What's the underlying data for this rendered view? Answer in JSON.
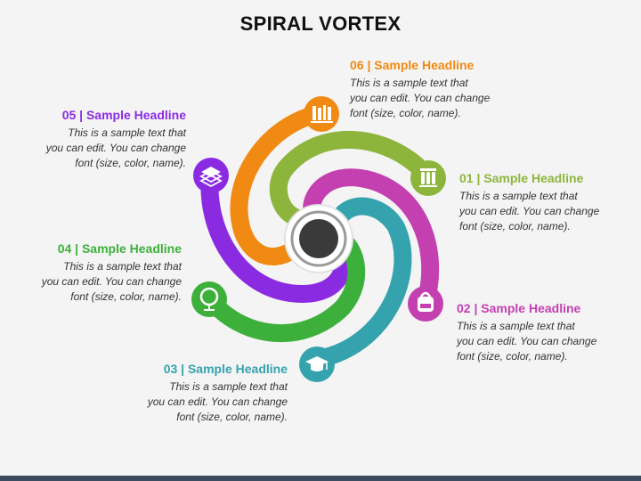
{
  "title": "SPIRAL VORTEX",
  "items": [
    {
      "id": "01",
      "headline": "01 | Sample Headline",
      "lines": [
        "This is a sample text that",
        "you can edit. You can change",
        "font (size, color, name)."
      ],
      "color": "#8db53c",
      "icon": "test-tubes-icon"
    },
    {
      "id": "02",
      "headline": "02 | Sample Headline",
      "lines": [
        "This is a sample text that",
        "you can edit. You can change",
        "font (size, color, name)."
      ],
      "color": "#c440b0",
      "icon": "backpack-icon"
    },
    {
      "id": "03",
      "headline": "03 | Sample Headline",
      "lines": [
        "This is a sample text that",
        "you can edit. You can change",
        "font (size, color, name)."
      ],
      "color": "#35a3ad",
      "icon": "graduation-cap-icon"
    },
    {
      "id": "04",
      "headline": "04 | Sample Headline",
      "lines": [
        "This is a sample text that",
        "you can edit. You can change",
        "font (size, color, name)."
      ],
      "color": "#3db03b",
      "icon": "globe-icon"
    },
    {
      "id": "05",
      "headline": "05 | Sample Headline",
      "lines": [
        "This is a sample text that",
        "you can edit. You can change",
        "font (size, color, name)."
      ],
      "color": "#8a2be2",
      "icon": "books-stack-icon"
    },
    {
      "id": "06",
      "headline": "06 | Sample Headline",
      "lines": [
        "This is a sample text that",
        "you can edit. You can change",
        "font (size, color, name)."
      ],
      "color": "#f08a12",
      "icon": "bookshelf-icon"
    }
  ]
}
